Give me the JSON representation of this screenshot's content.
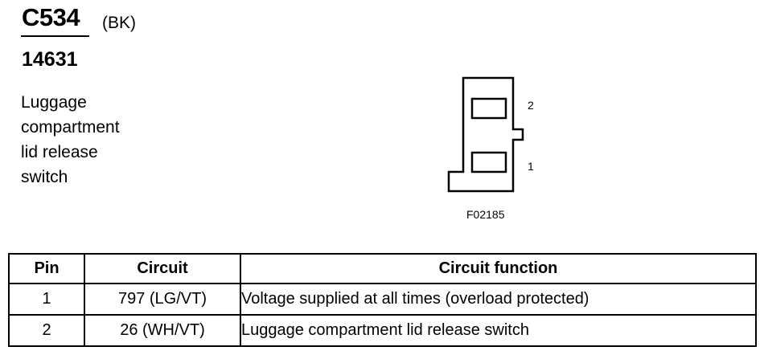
{
  "connector": {
    "id": "C534",
    "color": "(BK)",
    "part_number": "14631",
    "description_lines": [
      "Luggage",
      "compartment",
      "lid release",
      "switch"
    ]
  },
  "diagram": {
    "pin_labels": [
      "2",
      "1"
    ],
    "figure_code": "F02185"
  },
  "table": {
    "headers": {
      "pin": "Pin",
      "circuit": "Circuit",
      "function": "Circuit function"
    },
    "rows": [
      {
        "pin": "1",
        "circuit": "797 (LG/VT)",
        "function": "Voltage supplied at all times (overload protected)"
      },
      {
        "pin": "2",
        "circuit": "26 (WH/VT)",
        "function": "Luggage compartment lid release switch"
      }
    ]
  }
}
